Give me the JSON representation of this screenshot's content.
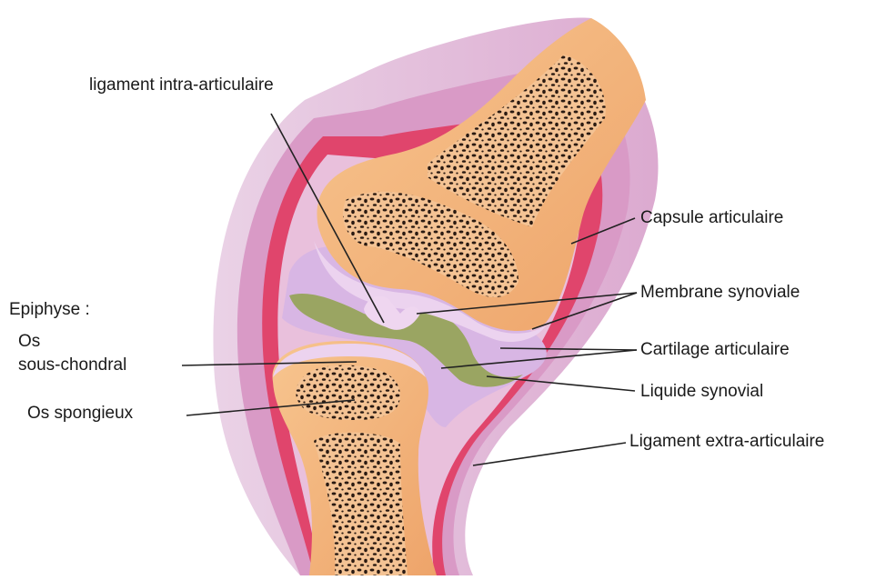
{
  "labels": {
    "ligament_intra": "ligament intra-articulaire",
    "capsule": "Capsule articulaire",
    "membrane": "Membrane synoviale",
    "cartilage": "Cartilage articulaire",
    "liquide": "Liquide synovial",
    "ligament_extra": "Ligament extra-articulaire",
    "epiphyse": "Epiphyse :",
    "os_line1": "Os",
    "os_line2": "sous-chondral",
    "os_spongieux": "Os spongieux"
  },
  "colors": {
    "bone": "#f2b37c",
    "bone_light": "#f7cfa2",
    "capsule_outer": "#e8bcd8",
    "capsule_mid": "#d98bc0",
    "capsule_red": "#e0406a",
    "synovial_membrane": "#d9b8e6",
    "synovial_fluid": "#9aa562",
    "cartilage": "#e9d6ee",
    "marrow_dots": "#2a1a12"
  }
}
